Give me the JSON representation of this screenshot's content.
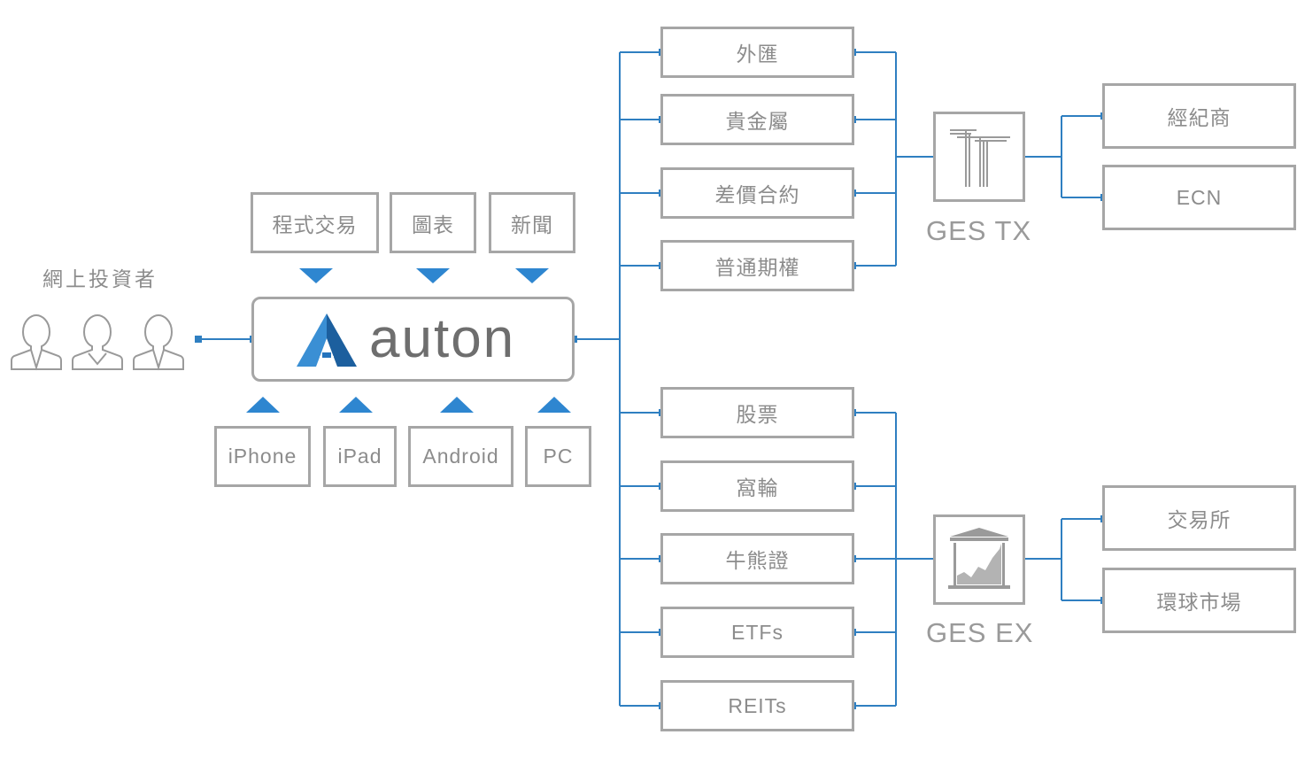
{
  "investors": {
    "label": "網上投資者"
  },
  "features": [
    "程式交易",
    "圖表",
    "新聞"
  ],
  "platforms": [
    "iPhone",
    "iPad",
    "Android",
    "PC"
  ],
  "logo": {
    "text": "auton"
  },
  "tx_products": [
    "外匯",
    "貴金屬",
    "差價合約",
    "普通期權"
  ],
  "ex_products": [
    "股票",
    "窩輪",
    "牛熊證",
    "ETFs",
    "REITs"
  ],
  "gateways": {
    "tx": "GES TX",
    "ex": "GES EX"
  },
  "tx_destinations": [
    "經紀商",
    "ECN"
  ],
  "ex_destinations": [
    "交易所",
    "環球市場"
  ],
  "colors": {
    "connector": "#2f7fc1",
    "arrow": "#2e86d0",
    "border": "#a6a6a6",
    "text": "#8c8c8c"
  }
}
